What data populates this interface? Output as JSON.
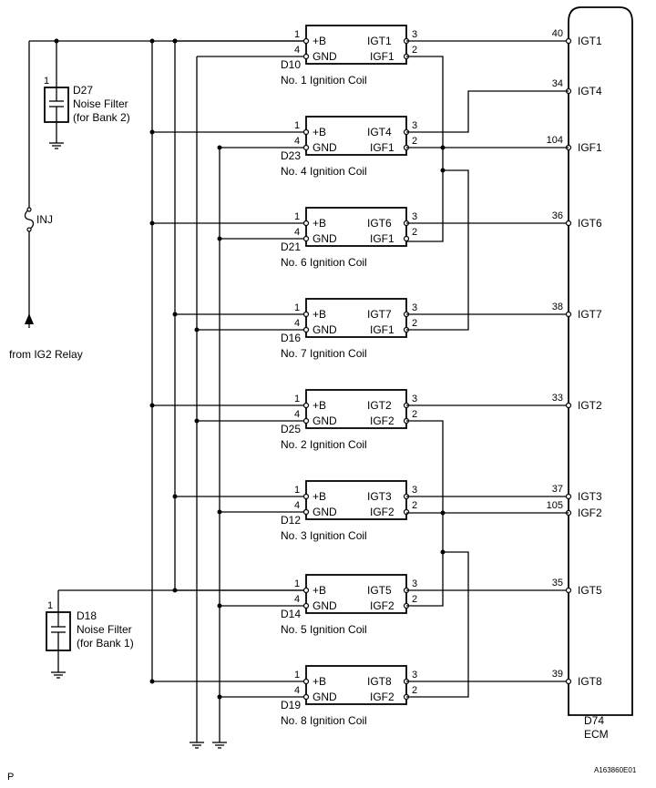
{
  "coils": [
    {
      "conn": "D10",
      "name": "No. 1 Ignition Coil",
      "pinB": "1",
      "pinGnd": "4",
      "pinIgt": "3",
      "pinIgf": "2",
      "plus_b": "+B",
      "gnd": "GND",
      "igt": "IGT1",
      "igf": "IGF1"
    },
    {
      "conn": "D23",
      "name": "No. 4 Ignition Coil",
      "pinB": "1",
      "pinGnd": "4",
      "pinIgt": "3",
      "pinIgf": "2",
      "plus_b": "+B",
      "gnd": "GND",
      "igt": "IGT4",
      "igf": "IGF1"
    },
    {
      "conn": "D21",
      "name": "No. 6 Ignition Coil",
      "pinB": "1",
      "pinGnd": "4",
      "pinIgt": "3",
      "pinIgf": "2",
      "plus_b": "+B",
      "gnd": "GND",
      "igt": "IGT6",
      "igf": "IGF1"
    },
    {
      "conn": "D16",
      "name": "No. 7 Ignition Coil",
      "pinB": "1",
      "pinGnd": "4",
      "pinIgt": "3",
      "pinIgf": "2",
      "plus_b": "+B",
      "gnd": "GND",
      "igt": "IGT7",
      "igf": "IGF1"
    },
    {
      "conn": "D25",
      "name": "No. 2 Ignition Coil",
      "pinB": "1",
      "pinGnd": "4",
      "pinIgt": "3",
      "pinIgf": "2",
      "plus_b": "+B",
      "gnd": "GND",
      "igt": "IGT2",
      "igf": "IGF2"
    },
    {
      "conn": "D12",
      "name": "No. 3 Ignition Coil",
      "pinB": "1",
      "pinGnd": "4",
      "pinIgt": "3",
      "pinIgf": "2",
      "plus_b": "+B",
      "gnd": "GND",
      "igt": "IGT3",
      "igf": "IGF2"
    },
    {
      "conn": "D14",
      "name": "No. 5 Ignition Coil",
      "pinB": "1",
      "pinGnd": "4",
      "pinIgt": "3",
      "pinIgf": "2",
      "plus_b": "+B",
      "gnd": "GND",
      "igt": "IGT5",
      "igf": "IGF2"
    },
    {
      "conn": "D19",
      "name": "No. 8 Ignition Coil",
      "pinB": "1",
      "pinGnd": "4",
      "pinIgt": "3",
      "pinIgf": "2",
      "plus_b": "+B",
      "gnd": "GND",
      "igt": "IGT8",
      "igf": "IGF2"
    }
  ],
  "ecm": {
    "connector": "D74",
    "name": "ECM",
    "pins": [
      {
        "num": "40",
        "name": "IGT1"
      },
      {
        "num": "34",
        "name": "IGT4"
      },
      {
        "num": "104",
        "name": "IGF1"
      },
      {
        "num": "36",
        "name": "IGT6"
      },
      {
        "num": "38",
        "name": "IGT7"
      },
      {
        "num": "33",
        "name": "IGT2"
      },
      {
        "num": "37",
        "name": "IGT3"
      },
      {
        "num": "105",
        "name": "IGF2"
      },
      {
        "num": "35",
        "name": "IGT5"
      },
      {
        "num": "39",
        "name": "IGT8"
      }
    ]
  },
  "filters": [
    {
      "pin": "1",
      "conn": "D27",
      "line1": "Noise Filter",
      "line2": "(for Bank 2)"
    },
    {
      "pin": "1",
      "conn": "D18",
      "line1": "Noise Filter",
      "line2": "(for Bank 1)"
    }
  ],
  "fuse": {
    "label": "INJ"
  },
  "source": {
    "label": "from IG2 Relay"
  },
  "footer": {
    "left": "P",
    "right": "A163860E01"
  }
}
